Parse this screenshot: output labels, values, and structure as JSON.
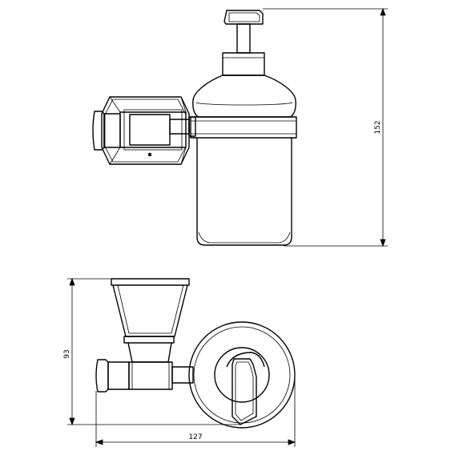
{
  "dimensions": {
    "height_total": "152",
    "height_bottom": "93",
    "width_total": "127"
  }
}
